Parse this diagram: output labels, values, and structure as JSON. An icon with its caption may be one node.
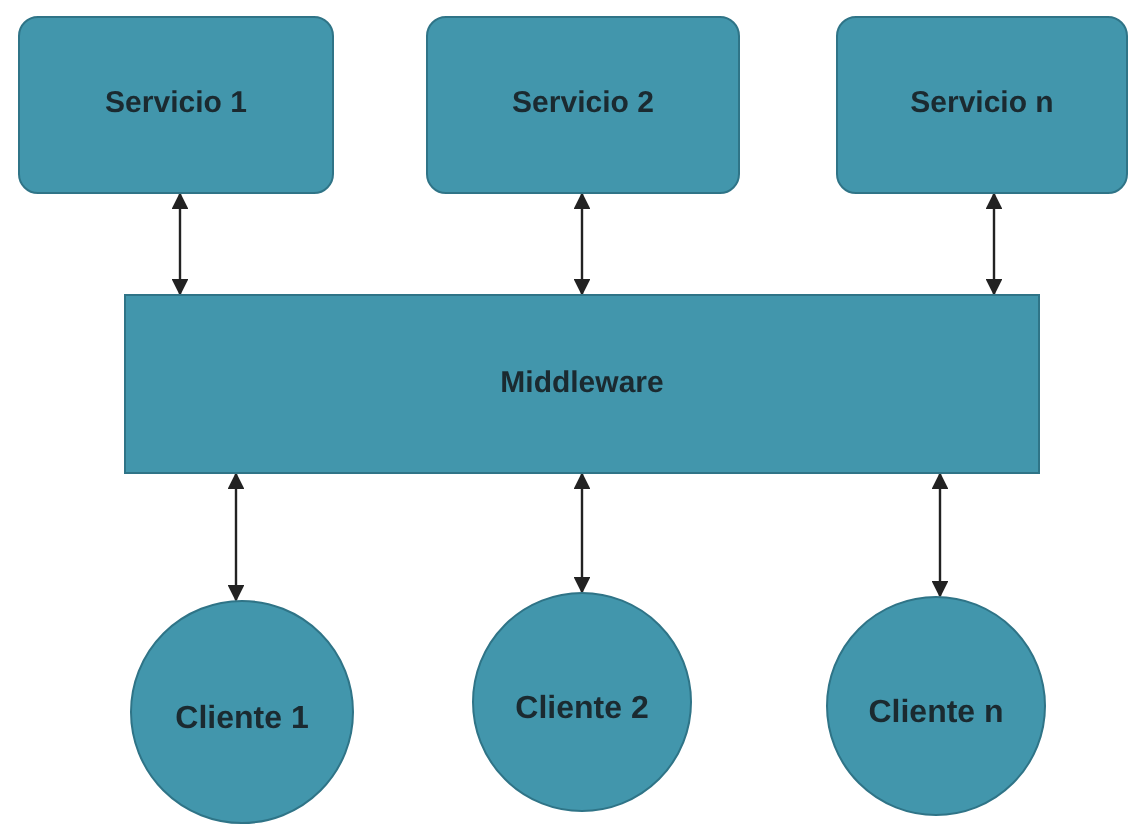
{
  "diagram": {
    "nodes": [
      {
        "text": [
          "Servicio 1"
        ]
      },
      {
        "text": [
          "Servicio 2"
        ]
      },
      {
        "text": [
          "Servicio n"
        ]
      },
      {
        "text": [
          "Middleware"
        ]
      },
      {
        "text": [
          "Cliente 1"
        ]
      },
      {
        "text": [
          "Cliente 2"
        ]
      },
      {
        "text": [
          "Cliente n"
        ]
      }
    ],
    "edges": [
      {
        "from": 0,
        "to": 3,
        "arrow": "both"
      },
      {
        "from": 1,
        "to": 3,
        "arrow": "both"
      },
      {
        "from": 2,
        "to": 3,
        "arrow": "both"
      },
      {
        "from": 3,
        "to": 4,
        "arrow": "both"
      },
      {
        "from": 3,
        "to": 5,
        "arrow": "both"
      },
      {
        "from": 3,
        "to": 6,
        "arrow": "both"
      }
    ]
  }
}
